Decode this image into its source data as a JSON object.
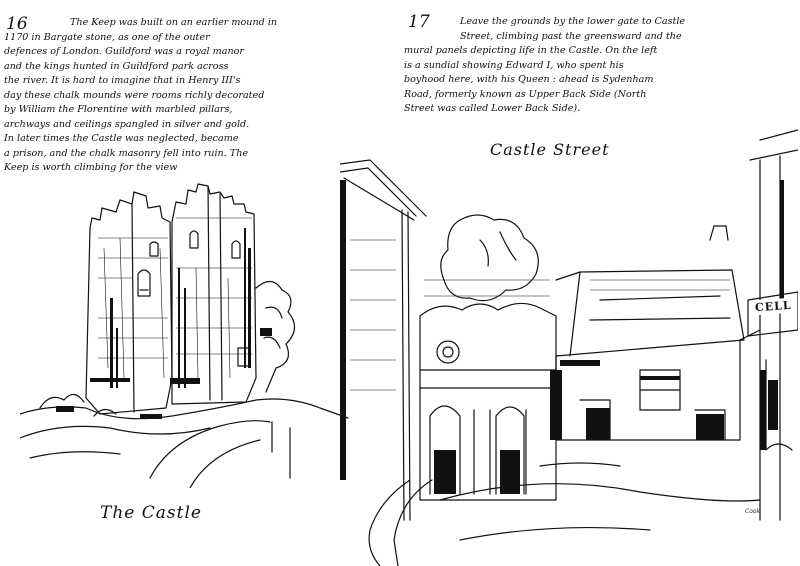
{
  "left_page": {
    "page_number": "16",
    "text_lines": [
      "The Keep was built on an earlier mound in",
      "1170 in Bargate stone, as one of the outer",
      "defences of London. Guildford was a royal manor",
      "and the kings hunted in Guildford park across",
      "the river. It is hard to imagine that in Henry III's",
      "day these chalk mounds were rooms richly decorated",
      "by William the Florentine with marbled pillars,",
      "archways and ceilings spangled in silver and gold.",
      "In later times the Castle was neglected, became",
      "a prison, and the chalk masonry fell into ruin. The",
      "Keep is worth climbing for the view"
    ],
    "caption": "The Castle"
  },
  "right_page": {
    "page_number": "17",
    "text_lines": [
      "Leave the grounds by the lower gate to Castle",
      "Street, climbing past the greensward and the",
      "mural panels depicting life in the Castle. On the left",
      "is a sundial showing Edward I, who spent his",
      "boyhood here, with his Queen : ahead is Sydenham",
      "Road, formerly known as Upper Back Side (North",
      "Street was called Lower Back Side)."
    ],
    "caption": "Castle Street",
    "shop_sign": "CELL",
    "signature": "Cook"
  },
  "colors": {
    "ink": "#111111",
    "paper": "#ffffff"
  }
}
